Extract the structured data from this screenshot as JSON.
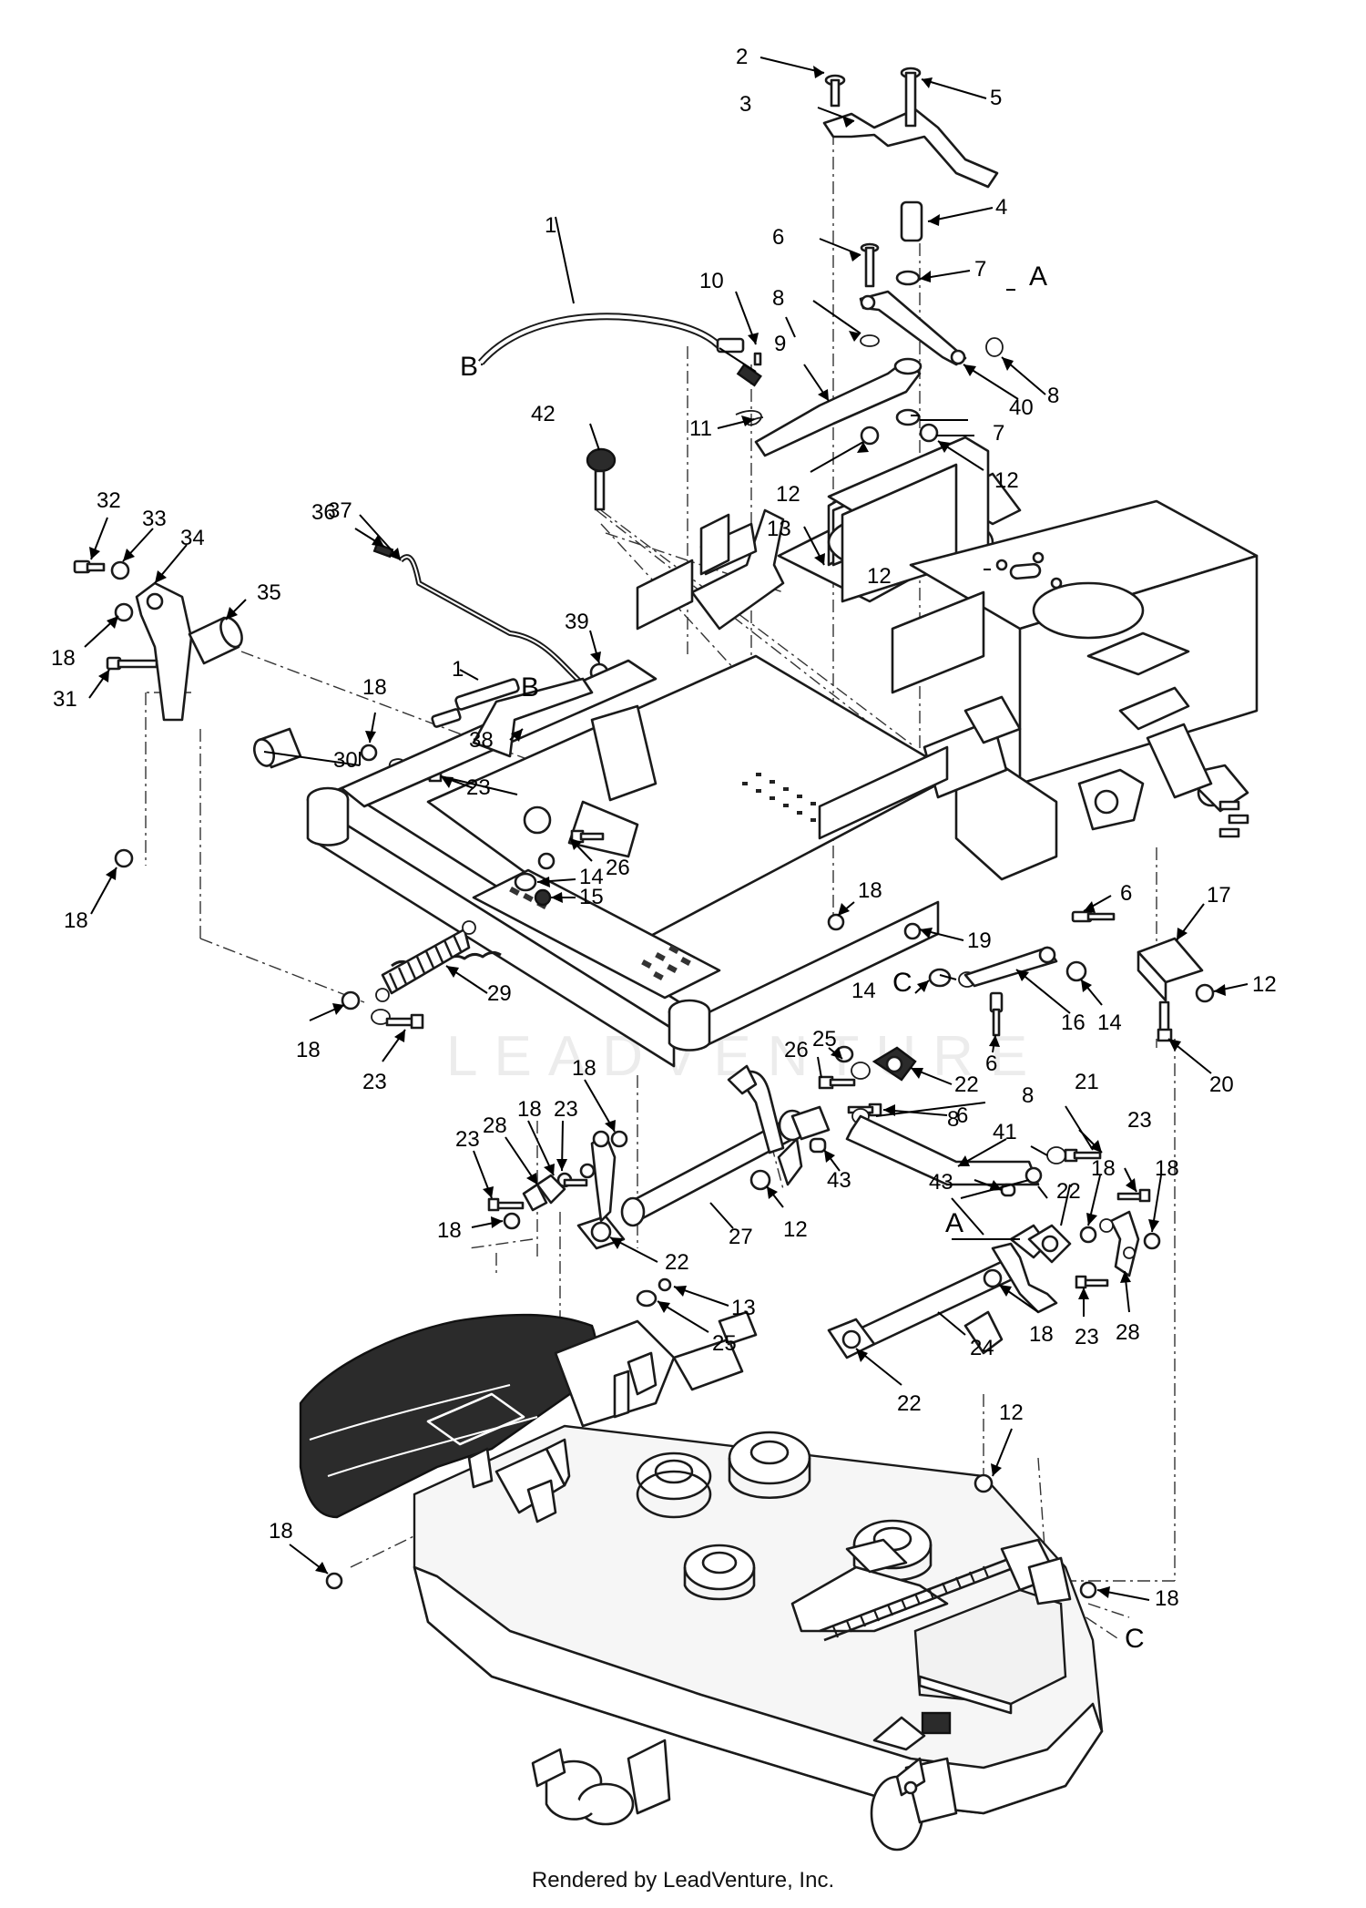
{
  "diagram": {
    "footer_text": "Rendered by LeadVenture, Inc.",
    "watermark_text": "LEADVENTURE",
    "accent_color": "#000000",
    "callouts": {
      "c1": "1",
      "c1b": "1",
      "c2": "2",
      "c3": "3",
      "c4": "4",
      "c5": "5",
      "c6a": "6",
      "c6b": "6",
      "c6c": "6",
      "c6d": "6",
      "c7a": "7",
      "c7b": "7",
      "c8a": "8",
      "c8b": "8",
      "c8c": "8",
      "c8d": "8",
      "c9": "9",
      "c10": "10",
      "c11": "11",
      "c12a": "12",
      "c12b": "12",
      "c12c": "12",
      "c12d": "12",
      "c12e": "12",
      "c12f": "12",
      "c13a": "13",
      "c13b": "13",
      "c14a": "14",
      "c14b": "14",
      "c14c": "14",
      "c15": "15",
      "c16": "16",
      "c17": "17",
      "c18a": "18",
      "c18b": "18",
      "c18c": "18",
      "c18d": "18",
      "c18e": "18",
      "c18f": "18",
      "c18g": "18",
      "c18h": "18",
      "c18i": "18",
      "c18j": "18",
      "c18k": "18",
      "c18l": "18",
      "c19": "19",
      "c20": "20",
      "c21": "21",
      "c22a": "22",
      "c22b": "22",
      "c22c": "22",
      "c22d": "22",
      "c23a": "23",
      "c23b": "23",
      "c23c": "23",
      "c23d": "23",
      "c23e": "23",
      "c23f": "23",
      "c24": "24",
      "c25a": "25",
      "c25b": "25",
      "c26a": "26",
      "c26b": "26",
      "c27": "27",
      "c28a": "28",
      "c28b": "28",
      "c29": "29",
      "c30": "30",
      "c31": "31",
      "c32": "32",
      "c33": "33",
      "c34": "34",
      "c35": "35",
      "c36": "36",
      "c37": "37",
      "c38": "38",
      "c39": "39",
      "c40": "40",
      "c41": "41",
      "c42": "42",
      "c43a": "43",
      "c43b": "43"
    },
    "connectors": {
      "a1": "A",
      "a2": "A",
      "b1": "B",
      "b2": "B",
      "cc1": "C",
      "cc2": "C"
    }
  }
}
